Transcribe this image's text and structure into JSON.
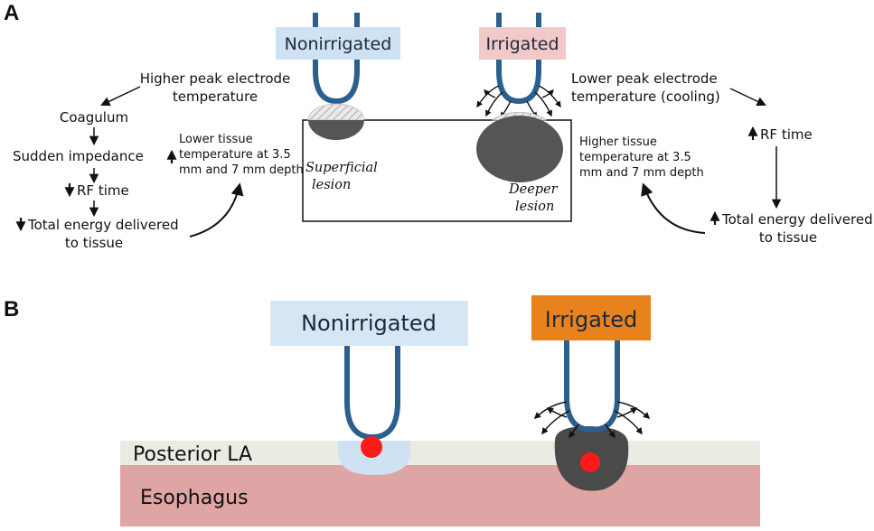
{
  "panel_a": {
    "letter": "A",
    "nonirrigated_label": "Nonirrigated",
    "irrigated_label": "Irrigated",
    "colors": {
      "nonirrigated_box": "#cfe2f3",
      "irrigated_box": "#f2c9c9",
      "catheter": "#2b5f8e",
      "lesion": "#555555"
    },
    "left_chain": {
      "peak_temp_line1": "Higher peak electrode",
      "peak_temp_line2": "temperature",
      "coagulum": "Coagulum",
      "sudden_impedance": "Sudden impedance",
      "rf_time": "RF time",
      "total_energy_line1": "Total energy delivered",
      "total_energy_line2": "to tissue",
      "tissue_temp_line1": "Lower tissue",
      "tissue_temp_line2": "temperature at 3.5",
      "tissue_temp_line3": "mm and 7 mm depth"
    },
    "right_chain": {
      "peak_temp_line1": "Lower peak electrode",
      "peak_temp_line2": "temperature (cooling)",
      "rf_time": "RF time",
      "total_energy_line1": "Total energy delivered",
      "total_energy_line2": "to tissue",
      "tissue_temp_line1": "Higher tissue",
      "tissue_temp_line2": "temperature at 3.5",
      "tissue_temp_line3": "mm and 7 mm depth"
    },
    "lesions": {
      "superficial_line1": "Superficial",
      "superficial_line2": "lesion",
      "deeper_line1": "Deeper",
      "deeper_line2": "lesion"
    }
  },
  "panel_b": {
    "letter": "B",
    "nonirrigated_label": "Nonirrigated",
    "irrigated_label": "Irrigated",
    "posterior_la": "Posterior LA",
    "esophagus": "Esophagus",
    "colors": {
      "nonirrigated_box": "#d6e6f5",
      "irrigated_box": "#e8821c",
      "posterior_la_layer": "#ecebe3",
      "esophagus_layer": "#dfa4a4",
      "red_dot": "#ff1a1a",
      "dark_lesion": "#4a4a4a"
    }
  }
}
